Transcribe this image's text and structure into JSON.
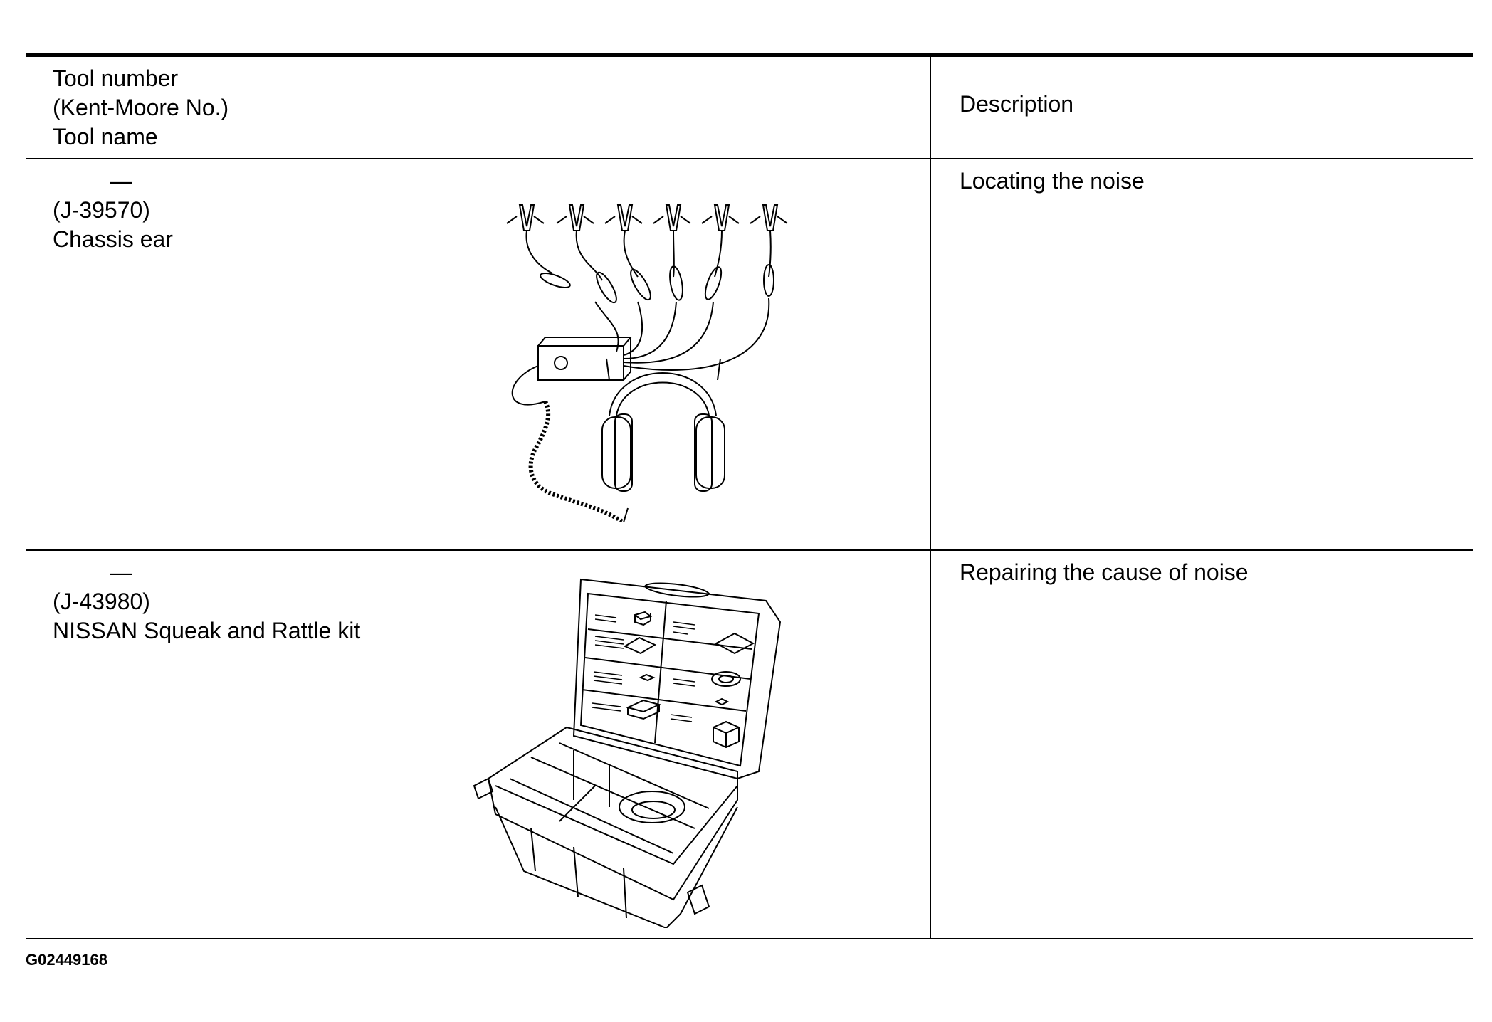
{
  "header": {
    "tool_col_lines": [
      "Tool number",
      "(Kent-Moore No.)",
      "Tool name"
    ],
    "desc_col": "Description"
  },
  "rows": [
    {
      "tool_number": "—",
      "kent_moore": "(J-39570)",
      "tool_name": "Chassis ear",
      "illustration": "chassis-ear-illustration",
      "description": "Locating the noise"
    },
    {
      "tool_number": "—",
      "kent_moore": "(J-43980)",
      "tool_name": "NISSAN Squeak and Rattle kit",
      "illustration": "squeak-rattle-kit-illustration",
      "description": "Repairing the cause of noise"
    }
  ],
  "figure_id": "G02449168"
}
